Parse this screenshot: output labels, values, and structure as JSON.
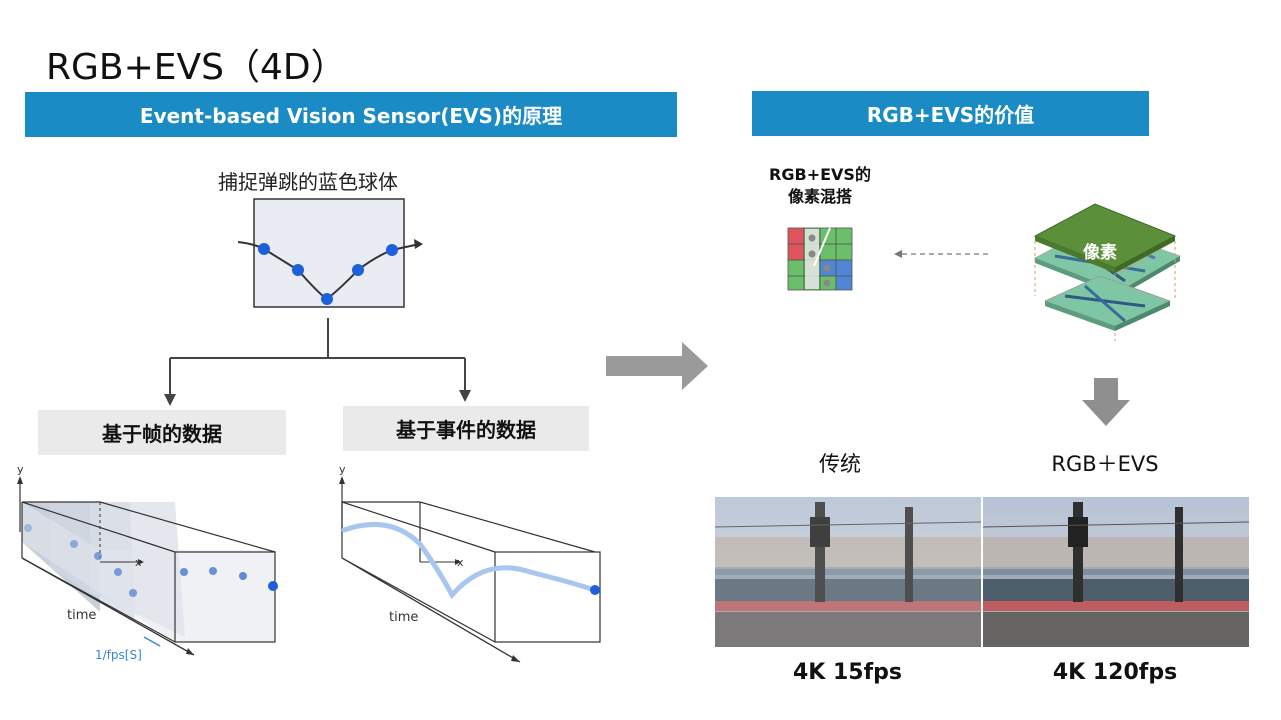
{
  "title": "RGB+EVS（4D）",
  "left_banner": "Event-based Vision Sensor(EVS)的原理",
  "right_banner": "RGB+EVS的价值",
  "capture_caption": "捕捉弹跳的蓝色球体",
  "frame_based_label": "基于帧的数据",
  "event_based_label": "基于事件的数据",
  "axis": {
    "y": "y",
    "x": "x",
    "time": "time",
    "fps_interval": "1/fps[S]"
  },
  "pixel_mix_label_line1": "RGB+EVS的",
  "pixel_mix_label_line2": "像素混搭",
  "chip_label": "像素",
  "compare": {
    "traditional_label": "传统",
    "rgb_evs_label": "RGB＋EVS",
    "traditional_fps": "4K 15fps",
    "rgb_evs_fps": "4K 120fps"
  },
  "colors": {
    "banner": "#1b8bc6",
    "ball": "#1f5fd9",
    "trail": "#a9c6ee",
    "arrow_grey": "#9a9a9a"
  }
}
